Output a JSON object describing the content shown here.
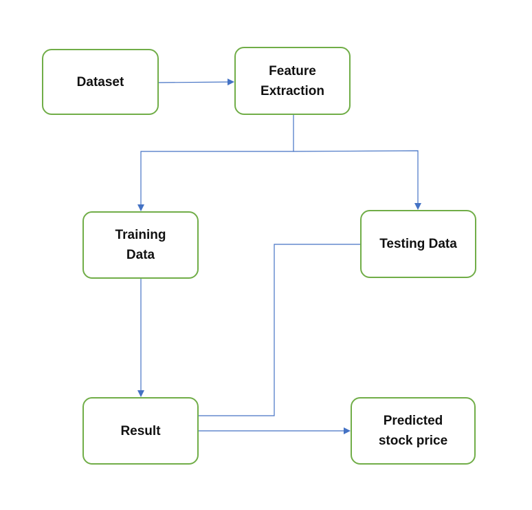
{
  "nodes": {
    "dataset": {
      "label": "Dataset"
    },
    "feature_extraction": {
      "label_line1": "Feature",
      "label_line2": "Extraction"
    },
    "training_data": {
      "label_line1": "Training",
      "label_line2": "Data"
    },
    "testing_data": {
      "label": "Testing Data"
    },
    "result": {
      "label": "Result"
    },
    "predicted_stock_price": {
      "label_line1": "Predicted",
      "label_line2": "stock price"
    }
  },
  "edges": [
    {
      "from": "dataset",
      "to": "feature_extraction"
    },
    {
      "from": "feature_extraction",
      "to": "training_data"
    },
    {
      "from": "feature_extraction",
      "to": "testing_data"
    },
    {
      "from": "training_data",
      "to": "result"
    },
    {
      "from": "testing_data",
      "to": "result"
    },
    {
      "from": "result",
      "to": "predicted_stock_price"
    }
  ],
  "colors": {
    "node_border": "#70ad47",
    "connector": "#4472c4",
    "text": "#111111"
  }
}
